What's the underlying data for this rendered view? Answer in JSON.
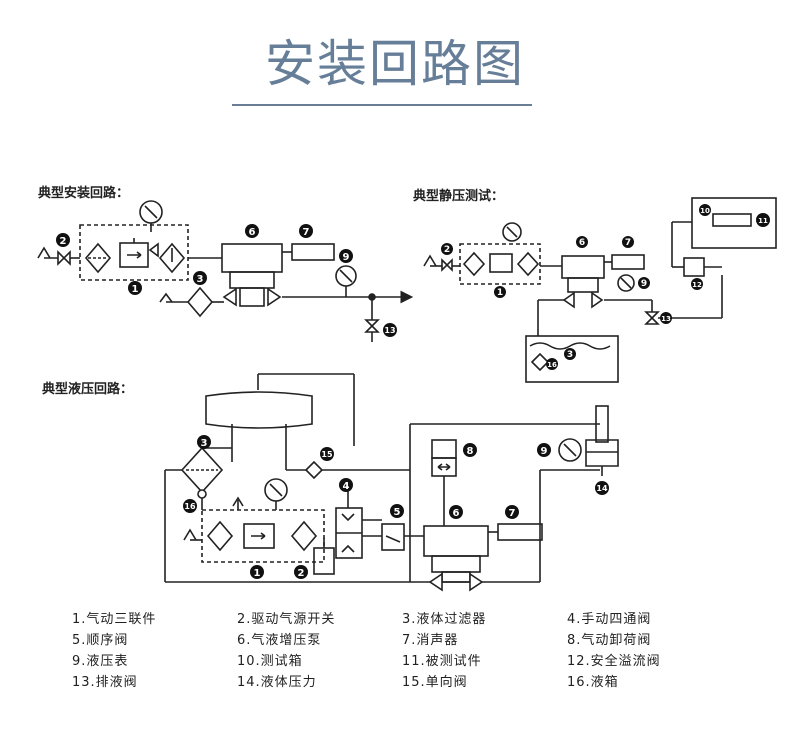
{
  "page_title": "安装回路图",
  "sections": {
    "typical_install": "典型安装回路：",
    "static_pressure_test": "典型静压测试：",
    "typical_hydraulic": "典型液压回路："
  },
  "legend": [
    [
      "1.气动三联件",
      "2.驱动气源开关",
      "3.液体过滤器",
      "4.手动四通阀"
    ],
    [
      "5.顺序阀",
      "6.气液增压泵",
      "7.消声器",
      "8.气动卸荷阀"
    ],
    [
      "9.液压表",
      "10.测试箱",
      "11.被测试件",
      "12.安全溢流阀"
    ],
    [
      "13.排液阀",
      "14.液体压力",
      "15.单向阀",
      "16.液箱"
    ]
  ],
  "callouts": {
    "n1": "1",
    "n2": "2",
    "n3": "3",
    "n4": "4",
    "n5": "5",
    "n6": "6",
    "n7": "7",
    "n8": "8",
    "n9": "9",
    "n10": "10",
    "n11": "11",
    "n12": "12",
    "n13": "13",
    "n14": "14",
    "n15": "15",
    "n16": "16"
  }
}
